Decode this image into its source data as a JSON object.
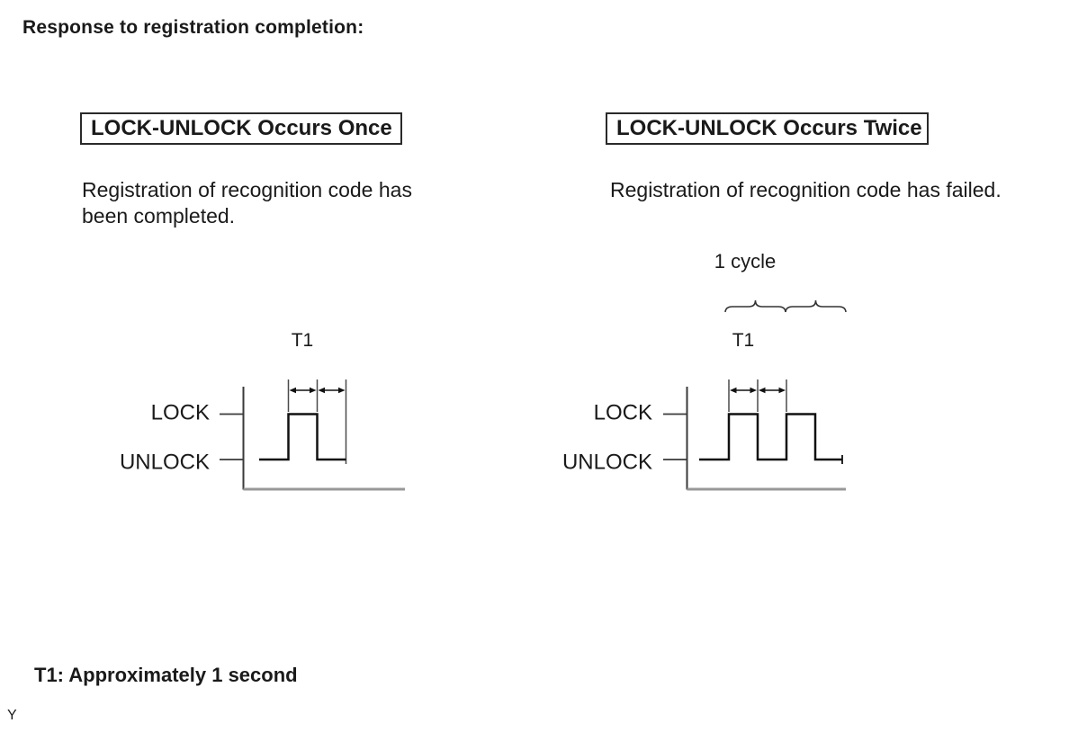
{
  "page": {
    "title": "Response to registration completion:",
    "footnote": "T1: Approximately 1 second",
    "page_marker": "Y"
  },
  "left_panel": {
    "header": "LOCK-UNLOCK Occurs Once",
    "description_line1": "Registration of recognition code has",
    "description_line2": "been completed.",
    "diagram": {
      "t1_label": "T1",
      "lock_label": "LOCK",
      "unlock_label": "UNLOCK"
    }
  },
  "right_panel": {
    "header": "LOCK-UNLOCK Occurs Twice",
    "description": "Registration of recognition code has failed.",
    "cycle_label": "1 cycle",
    "diagram": {
      "t1_label": "T1",
      "lock_label": "LOCK",
      "unlock_label": "UNLOCK"
    }
  },
  "colors": {
    "text": "#1a1a1a",
    "waveform_line": "#111111",
    "axis_line": "#3a3a3a",
    "dimension_line": "#4a4a4a",
    "baseline_gray": "#989898",
    "box_border": "#2a2a2a"
  }
}
